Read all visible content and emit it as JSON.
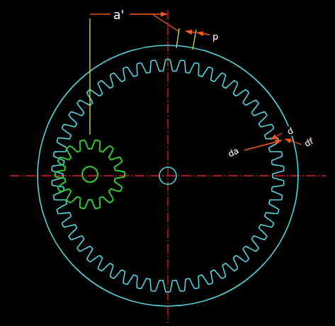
{
  "diagram": {
    "labels": [
      "a'",
      "p",
      "d",
      "da",
      "df"
    ]
  }
}
